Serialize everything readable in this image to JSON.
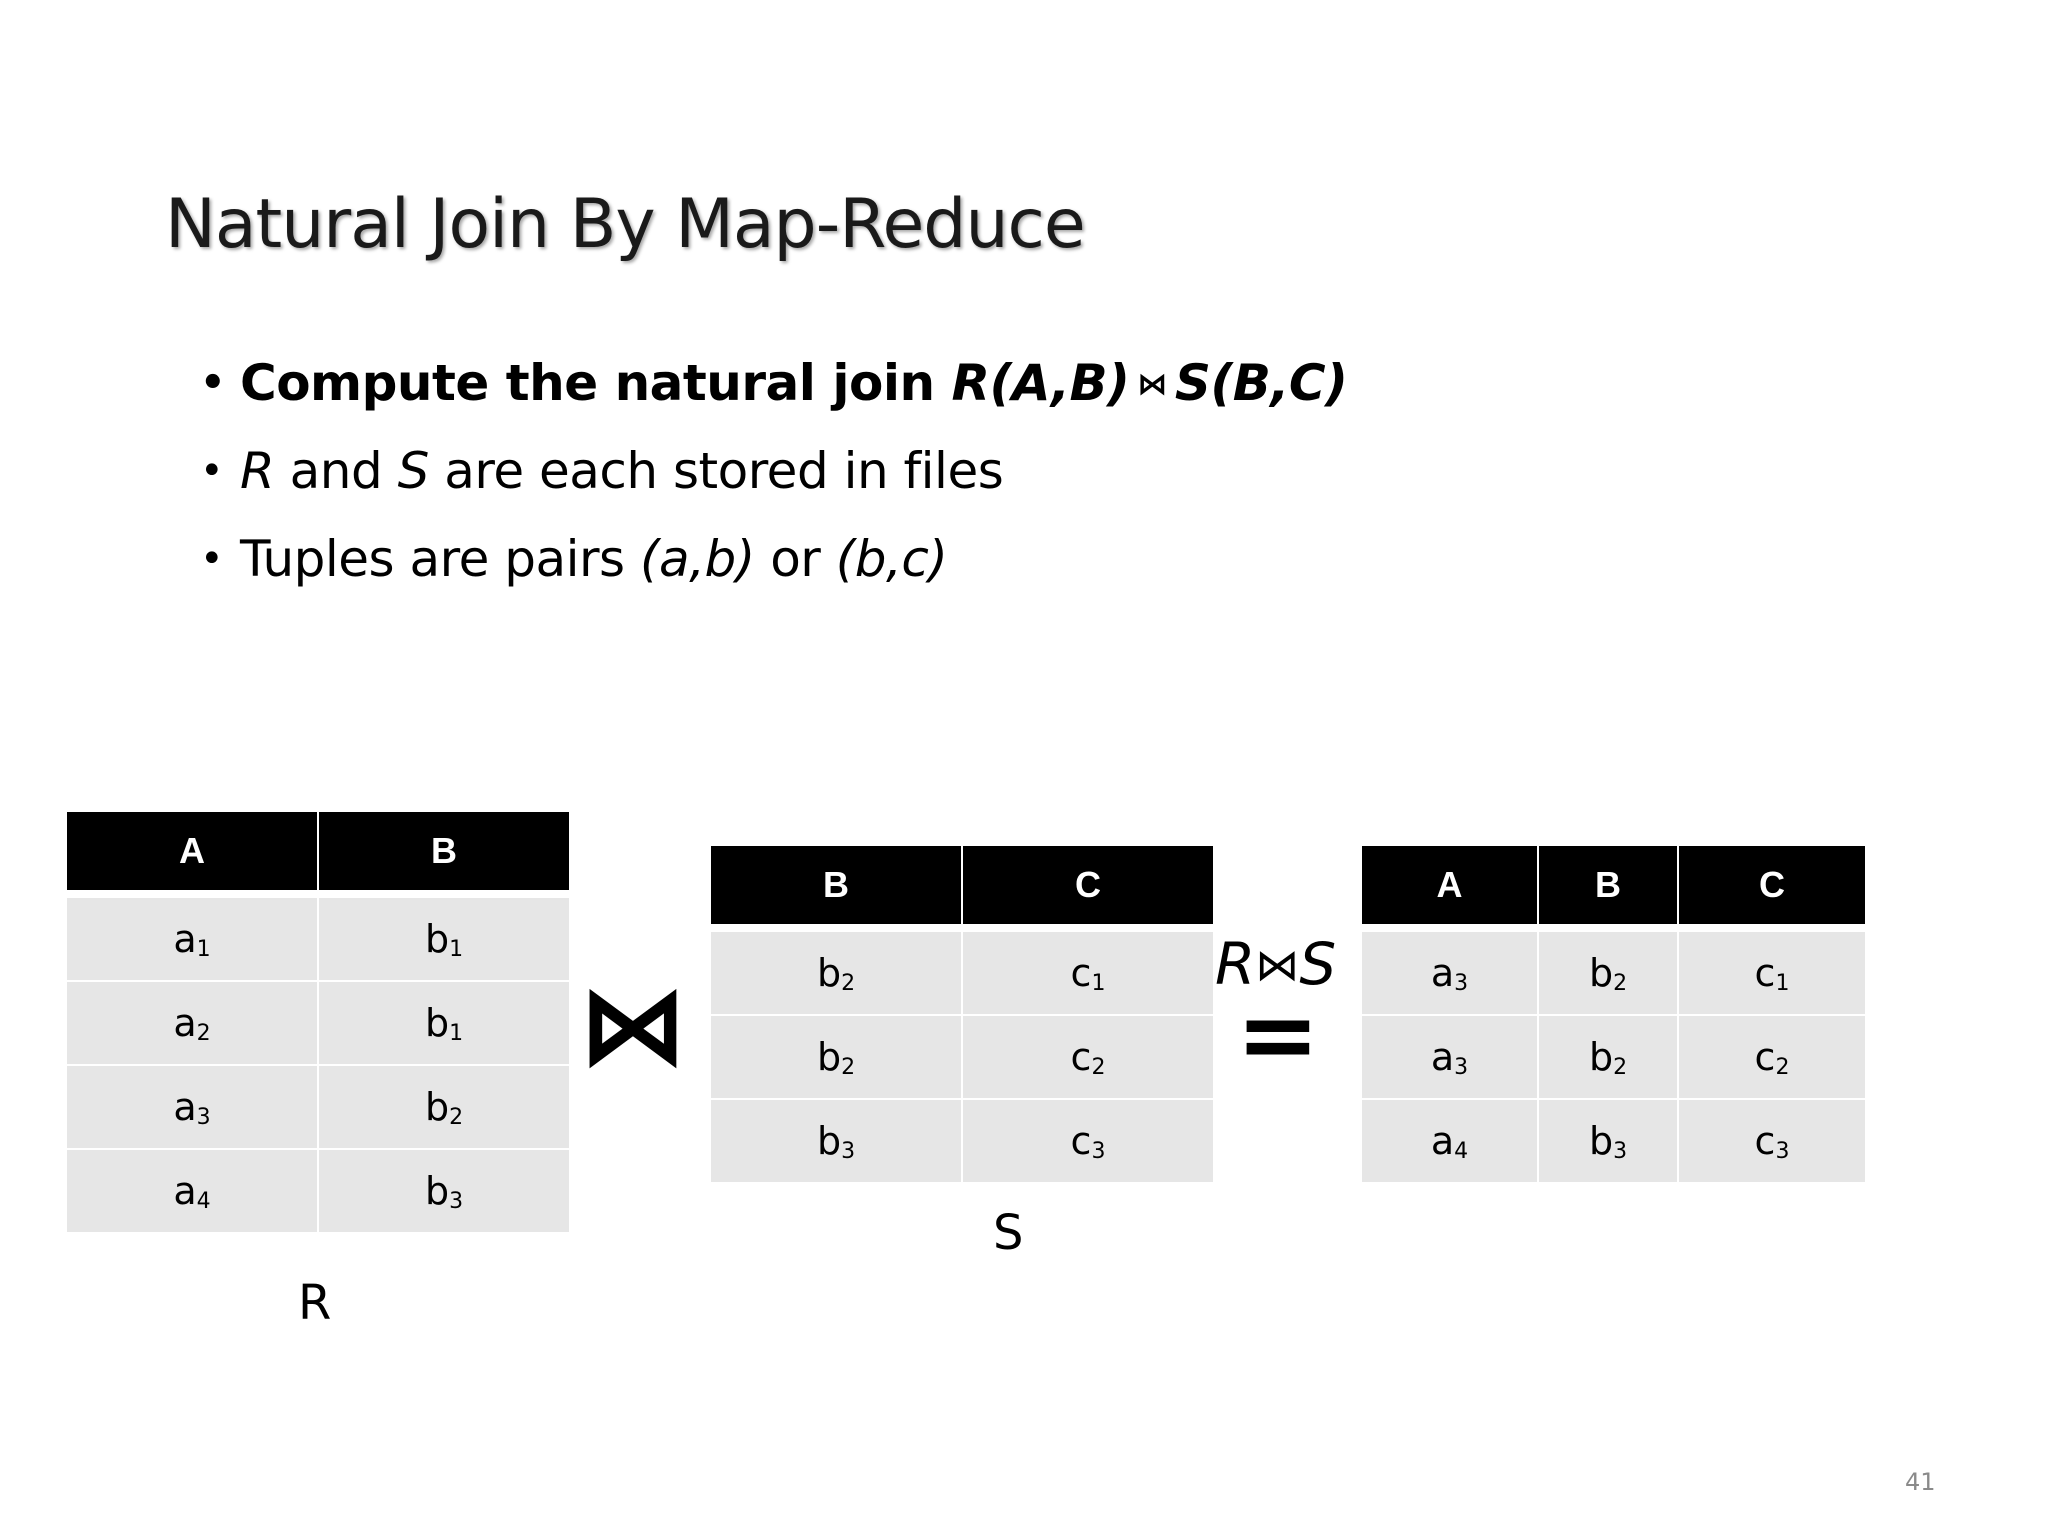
{
  "slide": {
    "title": "Natural Join By Map-Reduce",
    "page_number": "41"
  },
  "bullets": {
    "b1": {
      "text": "Compute the natural join ",
      "r": "R(A,B)",
      "join": "⋈",
      "s": "S(B,C)"
    },
    "b2": {
      "r": "R",
      "and": " and ",
      "s": "S",
      "rest": " are each stored in files"
    },
    "b3": {
      "text": "Tuples are pairs ",
      "ab": "(a,b)",
      "or": " or ",
      "bc": "(b,c)"
    }
  },
  "operators": {
    "join": "⋈",
    "result_r": "R",
    "result_join": "⋈",
    "result_s": "S",
    "equals": "="
  },
  "tables": {
    "r": {
      "label": "R",
      "headers": [
        "A",
        "B"
      ],
      "rows": [
        [
          {
            "base": "a",
            "sub": "1"
          },
          {
            "base": "b",
            "sub": "1"
          }
        ],
        [
          {
            "base": "a",
            "sub": "2"
          },
          {
            "base": "b",
            "sub": "1"
          }
        ],
        [
          {
            "base": "a",
            "sub": "3"
          },
          {
            "base": "b",
            "sub": "2"
          }
        ],
        [
          {
            "base": "a",
            "sub": "4"
          },
          {
            "base": "b",
            "sub": "3"
          }
        ]
      ]
    },
    "s": {
      "label": "S",
      "headers": [
        "B",
        "C"
      ],
      "rows": [
        [
          {
            "base": "b",
            "sub": "2"
          },
          {
            "base": "c",
            "sub": "1"
          }
        ],
        [
          {
            "base": "b",
            "sub": "2"
          },
          {
            "base": "c",
            "sub": "2"
          }
        ],
        [
          {
            "base": "b",
            "sub": "3"
          },
          {
            "base": "c",
            "sub": "3"
          }
        ]
      ]
    },
    "rs": {
      "headers": [
        "A",
        "B",
        "C"
      ],
      "rows": [
        [
          {
            "base": "a",
            "sub": "3"
          },
          {
            "base": "b",
            "sub": "2"
          },
          {
            "base": "c",
            "sub": "1"
          }
        ],
        [
          {
            "base": "a",
            "sub": "3"
          },
          {
            "base": "b",
            "sub": "2"
          },
          {
            "base": "c",
            "sub": "2"
          }
        ],
        [
          {
            "base": "a",
            "sub": "4"
          },
          {
            "base": "b",
            "sub": "3"
          },
          {
            "base": "c",
            "sub": "3"
          }
        ]
      ]
    }
  }
}
